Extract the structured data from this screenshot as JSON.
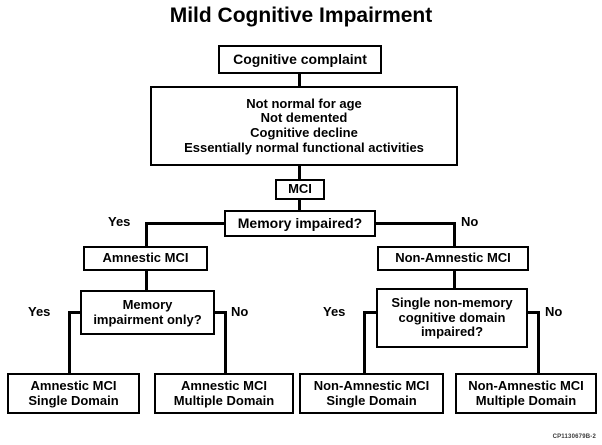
{
  "title": "Mild Cognitive Impairment",
  "watermark": "CP1130679B-2",
  "nodes": {
    "cognitive_complaint": "Cognitive complaint",
    "criteria": {
      "line1": "Not normal for age",
      "line2": "Not demented",
      "line3": "Cognitive decline",
      "line4": "Essentially normal functional activities"
    },
    "mci": "MCI",
    "memory_impaired_question": "Memory impaired?",
    "amnestic_mci": "Amnestic MCI",
    "non_amnestic_mci": "Non-Amnestic MCI",
    "memory_only_question": {
      "line1": "Memory",
      "line2": "impairment only?"
    },
    "single_domain_question": {
      "line1": "Single non-memory",
      "line2": "cognitive domain",
      "line3": "impaired?"
    },
    "outcomes": {
      "amnestic_single": {
        "line1": "Amnestic MCI",
        "line2": "Single Domain"
      },
      "amnestic_multiple": {
        "line1": "Amnestic MCI",
        "line2": "Multiple Domain"
      },
      "non_amnestic_single": {
        "line1": "Non-Amnestic MCI",
        "line2": "Single Domain"
      },
      "non_amnestic_multiple": {
        "line1": "Non-Amnestic MCI",
        "line2": "Multiple Domain"
      }
    }
  },
  "edge_labels": {
    "memory_yes": "Yes",
    "memory_no": "No",
    "amnestic_yes": "Yes",
    "amnestic_no": "No",
    "non_amnestic_yes": "Yes",
    "non_amnestic_no": "No"
  },
  "colors": {
    "background": "#ffffff",
    "stroke": "#000000",
    "text": "#000000",
    "watermark": "#3a3a3a"
  }
}
